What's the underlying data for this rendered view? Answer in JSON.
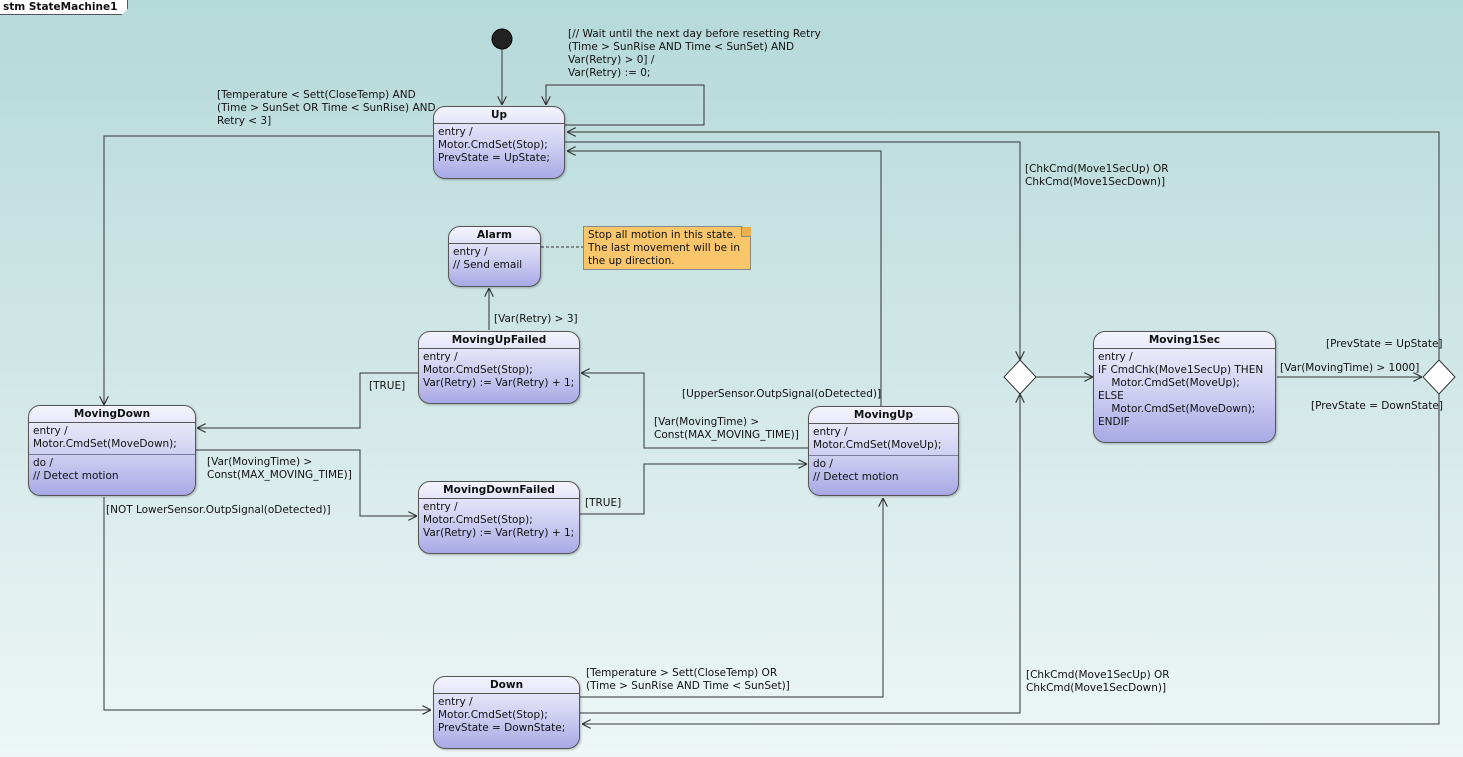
{
  "diagram_title": "stm StateMachine1",
  "states": {
    "up": {
      "name": "Up",
      "body": [
        "entry /",
        "Motor.CmdSet(Stop);",
        "PrevState = UpState;"
      ]
    },
    "alarm": {
      "name": "Alarm",
      "body": [
        "entry /",
        "// Send email"
      ]
    },
    "moving_up_failed": {
      "name": "MovingUpFailed",
      "body": [
        "entry /",
        "Motor.CmdSet(Stop);",
        "Var(Retry) := Var(Retry) + 1;"
      ]
    },
    "moving_down": {
      "name": "MovingDown",
      "body": [
        "entry /",
        "Motor.CmdSet(MoveDown);"
      ],
      "do": [
        "do /",
        "// Detect motion"
      ]
    },
    "moving_down_failed": {
      "name": "MovingDownFailed",
      "body": [
        "entry /",
        "Motor.CmdSet(Stop);",
        "Var(Retry) := Var(Retry) + 1;"
      ]
    },
    "moving_up": {
      "name": "MovingUp",
      "body": [
        "entry /",
        "Motor.CmdSet(MoveUp);"
      ],
      "do": [
        "do /",
        "// Detect motion"
      ]
    },
    "moving_1sec": {
      "name": "Moving1Sec",
      "body": [
        "entry /",
        "IF CmdChk(Move1SecUp) THEN",
        "    Motor.CmdSet(MoveUp);",
        "ELSE",
        "    Motor.CmdSet(MoveDown);",
        "ENDIF"
      ]
    },
    "down": {
      "name": "Down",
      "body": [
        "entry /",
        "Motor.CmdSet(Stop);",
        "PrevState = DownState;"
      ]
    }
  },
  "note": [
    "Stop all motion in this state.",
    "The last movement will be in",
    "the up direction."
  ],
  "transitions": {
    "up_self": [
      "[// Wait until the next day before resetting Retry",
      "(Time > SunRise AND Time < SunSet) AND",
      "Var(Retry) > 0] /",
      "Var(Retry) := 0;"
    ],
    "up_to_moving_down": [
      "[Temperature < Sett(CloseTemp) AND",
      "(Time > SunSet OR Time < SunRise) AND",
      "Retry < 3]"
    ],
    "up_to_choice": [
      "[ChkCmd(Move1SecUp) OR",
      "ChkCmd(Move1SecDown)]"
    ],
    "failed_to_alarm": [
      "[Var(Retry) > 3]"
    ],
    "failed_to_moving_down": [
      "[TRUE]"
    ],
    "moving_up_to_up": [
      "[UpperSensor.OutpSignal(oDetected)]"
    ],
    "moving_up_to_failed": [
      "[Var(MovingTime) >",
      "Const(MAX_MOVING_TIME)]"
    ],
    "moving_down_to_failed": [
      "[Var(MovingTime) >",
      "Const(MAX_MOVING_TIME)]"
    ],
    "down_failed_to_moving_up": [
      "[TRUE]"
    ],
    "moving_down_to_down": [
      "[NOT LowerSensor.OutpSignal(oDetected)]"
    ],
    "down_to_moving_up": [
      "[Temperature > Sett(CloseTemp) OR",
      "(Time > SunRise AND Time < SunSet)]"
    ],
    "down_to_choice": [
      "[ChkCmd(Move1SecUp) OR",
      "ChkCmd(Move1SecDown)]"
    ],
    "prev_up": [
      "[PrevState = UpState]"
    ],
    "moving_time": [
      "[Var(MovingTime) > 1000]"
    ],
    "prev_down": [
      "[PrevState = DownState]"
    ]
  }
}
